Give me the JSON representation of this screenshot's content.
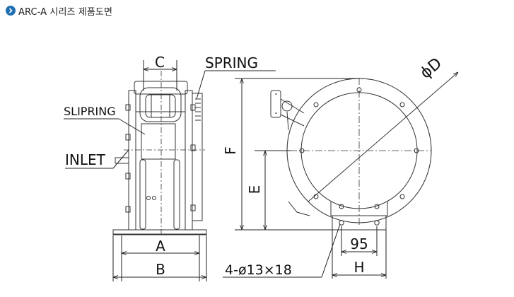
{
  "header": {
    "title": "ARC-A 시리즈 제품도면",
    "bullet_icon": "chevron-right-circle-icon",
    "accent": "#1f6fb2"
  },
  "drawing": {
    "labels": {
      "c": "C",
      "spring": "SPRING",
      "slipring": "SLIPRING",
      "inlet": "INLET",
      "a": "A",
      "b": "B",
      "f": "F",
      "e": "E",
      "d": "ϕD",
      "dim95": "95",
      "h": "H",
      "holes": "4-ø13×18"
    }
  }
}
